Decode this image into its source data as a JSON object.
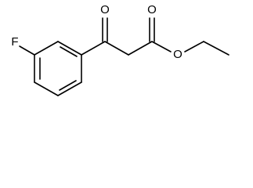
{
  "molecule": {
    "atoms": {
      "fluorine": "F",
      "ketone_oxygen": "O",
      "ester_carbonyl_oxygen": "O",
      "ester_ether_oxygen": "O"
    }
  }
}
